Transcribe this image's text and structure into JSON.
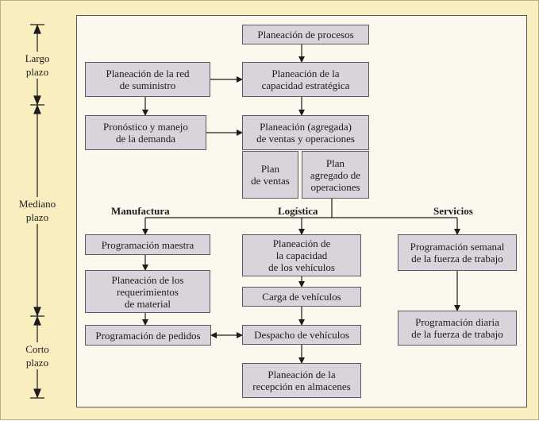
{
  "timeline": {
    "long": "Largo\nplazo",
    "medium": "Mediano\nplazo",
    "short": "Corto\nplazo"
  },
  "headers": {
    "manufacturing": "Manufactura",
    "logistics": "Logística",
    "services": "Servicios"
  },
  "boxes": {
    "process_planning": "Planeación de procesos",
    "supply_network": "Planeación de la red\nde suministro",
    "strategic_capacity": "Planeación de la\ncapacidad estratégica",
    "forecasting": "Pronóstico y manejo\nde la demanda",
    "sop": "Planeación (agregada)\nde ventas y operaciones",
    "sales_plan": "Plan\nde ventas",
    "aggregate_ops_plan": "Plan\nagregado de\noperaciones",
    "master_scheduling": "Programación maestra",
    "mrp": "Planeación de los\nrequerimientos\nde material",
    "order_scheduling": "Programación de pedidos",
    "vehicle_capacity": "Planeación de\nla capacidad\nde los vehículos",
    "vehicle_loading": "Carga de vehículos",
    "vehicle_dispatch": "Despacho de vehículos",
    "warehouse_receipt": "Planeación de la\nrecepción en almacenes",
    "weekly_workforce": "Programación semanal\nde la fuerza de trabajo",
    "daily_workforce": "Programación diaria\nde la fuerza de trabajo"
  }
}
